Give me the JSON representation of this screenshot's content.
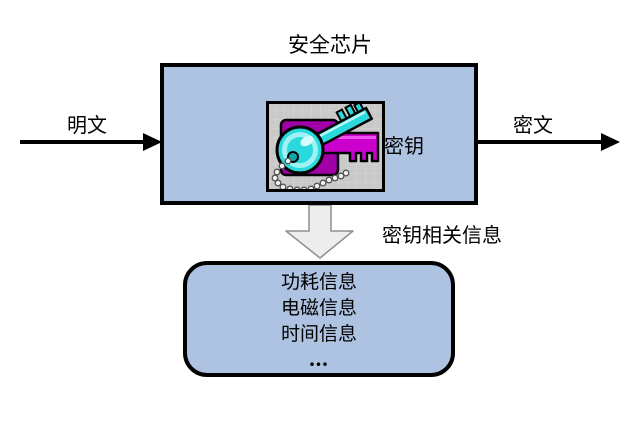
{
  "title": "安全芯片",
  "arrows": {
    "input_label": "明文",
    "output_label": "密文",
    "down_label": "密钥相关信息"
  },
  "chip_box": {
    "key_label": "密钥"
  },
  "leak_box": {
    "lines": [
      "功耗信息",
      "电磁信息",
      "时间信息"
    ],
    "more": "..."
  },
  "colors": {
    "box_fill": "#aec3e2",
    "box_border": "#000000",
    "arrow_color": "#000000",
    "down_arrow_fill": "#ededed",
    "down_arrow_stroke": "#8f8f8f",
    "key_bg": "#c9c9c9",
    "key_grid": "#d8d8d8",
    "key_cyan": "#2ad9dc",
    "key_magenta": "#cc00cc",
    "key_magenta_dark": "#a100a8"
  }
}
